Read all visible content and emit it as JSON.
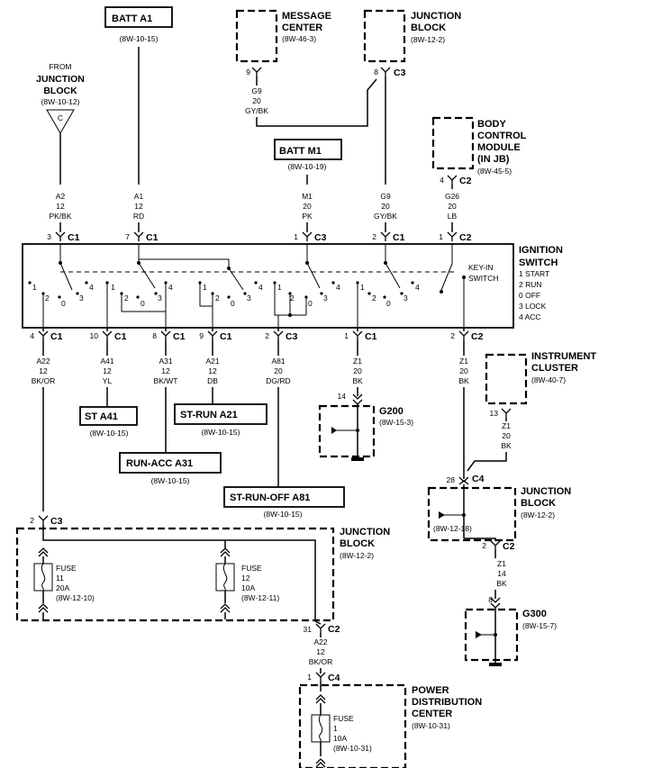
{
  "batt_a1": {
    "label": "BATT A1",
    "ref": "(8W-10-15)"
  },
  "batt_m1": {
    "label": "BATT M1",
    "ref": "(8W-10-19)"
  },
  "message_center": {
    "l1": "MESSAGE",
    "l2": "CENTER",
    "ref": "(8W-46-3)",
    "pin": "9"
  },
  "junction_top": {
    "l1": "JUNCTION",
    "l2": "BLOCK",
    "ref": "(8W-12-2)",
    "pin": "8",
    "conn": "C3"
  },
  "from_jb": {
    "l1": "FROM",
    "l2": "JUNCTION",
    "l3": "BLOCK",
    "ref": "(8W-10-12)",
    "letter": "C"
  },
  "bcm": {
    "l1": "BODY",
    "l2": "CONTROL",
    "l3": "MODULE",
    "l4": "(IN JB)",
    "ref": "(8W-45-5)",
    "pin": "4",
    "conn": "C2"
  },
  "g9_gybk": {
    "c": "G9",
    "g": "20",
    "col": "GY/BK"
  },
  "ign_in": {
    "a2": {
      "pin": "3",
      "conn": "C1",
      "c": "A2",
      "g": "12",
      "col": "PK/BK"
    },
    "a1": {
      "pin": "7",
      "conn": "C1",
      "c": "A1",
      "g": "12",
      "col": "RD"
    },
    "m1": {
      "pin": "1",
      "conn": "C3",
      "c": "M1",
      "g": "20",
      "col": "PK"
    },
    "g9": {
      "pin": "2",
      "conn": "C1",
      "c": "G9",
      "g": "20",
      "col": "GY/BK"
    },
    "g26": {
      "pin": "1",
      "conn": "C2",
      "c": "G26",
      "g": "20",
      "col": "LB"
    }
  },
  "ignition": {
    "l1": "IGNITION",
    "l2": "SWITCH",
    "key1": "KEY-IN",
    "key2": "SWITCH",
    "legend": [
      "1 START",
      "2 RUN",
      "0 OFF",
      "3 LOCK",
      "4 ACC"
    ]
  },
  "sw_nums": {
    "one": "1",
    "two": "2",
    "zero": "0",
    "three": "3",
    "four": "4"
  },
  "ign_out": {
    "a22": {
      "pin": "4",
      "conn": "C1",
      "c": "A22",
      "g": "12",
      "col": "BK/OR"
    },
    "a41": {
      "pin": "10",
      "conn": "C1",
      "c": "A41",
      "g": "12",
      "col": "YL"
    },
    "a31": {
      "pin": "8",
      "conn": "C1",
      "c": "A31",
      "g": "12",
      "col": "BK/WT"
    },
    "a21": {
      "pin": "9",
      "conn": "C1",
      "c": "A21",
      "g": "12",
      "col": "DB"
    },
    "a81": {
      "pin": "2",
      "conn": "C3",
      "c": "A81",
      "g": "20",
      "col": "DG/RD"
    },
    "z1a": {
      "pin": "1",
      "conn": "C1",
      "c": "Z1",
      "g": "20",
      "col": "BK"
    },
    "z1b": {
      "pin": "2",
      "conn": "C2",
      "c": "Z1",
      "g": "20",
      "col": "BK"
    }
  },
  "st_a41": {
    "label": "ST A41",
    "ref": "(8W-10-15)"
  },
  "st_run_a21": {
    "label": "ST-RUN A21",
    "ref": "(8W-10-15)"
  },
  "run_acc_a31": {
    "label": "RUN-ACC A31",
    "ref": "(8W-10-15)"
  },
  "st_run_off_a81": {
    "label": "ST-RUN-OFF A81",
    "ref": "(8W-10-15)"
  },
  "g200": {
    "label": "G200",
    "ref": "(8W-15-3)",
    "pin": "14"
  },
  "cluster": {
    "l1": "INSTRUMENT",
    "l2": "CLUSTER",
    "ref": "(8W-40-7)",
    "pin": "13",
    "c": "Z1",
    "g": "20",
    "col": "BK"
  },
  "jb_c4": {
    "l1": "JUNCTION",
    "l2": "BLOCK",
    "ref": "(8W-12-2)",
    "pin": "28",
    "conn": "C4",
    "inner_ref": "(8W-12-18)",
    "out_pin": "2",
    "out_conn": "C2"
  },
  "z1_14": {
    "c": "Z1",
    "g": "14",
    "col": "BK"
  },
  "g300": {
    "label": "G300",
    "ref": "(8W-15-7)",
    "pin": "8"
  },
  "jb_bottom": {
    "l1": "JUNCTION",
    "l2": "BLOCK",
    "ref": "(8W-12-2)",
    "in_pin": "2",
    "in_conn": "C3",
    "out_pin": "31",
    "out_conn": "C2"
  },
  "fuse11": {
    "l1": "FUSE",
    "num": "11",
    "amp": "20A",
    "ref": "(8W-12-10)"
  },
  "fuse12": {
    "l1": "FUSE",
    "num": "12",
    "amp": "10A",
    "ref": "(8W-12-11)"
  },
  "a22_bottom": {
    "c": "A22",
    "g": "12",
    "col": "BK/OR"
  },
  "pdc": {
    "l1": "POWER",
    "l2": "DISTRIBUTION",
    "l3": "CENTER",
    "ref": "(8W-10-31)",
    "pin": "1",
    "conn": "C4"
  },
  "fuse1": {
    "l1": "FUSE",
    "num": "1",
    "amp": "10A",
    "ref": "(8W-10-31)"
  }
}
